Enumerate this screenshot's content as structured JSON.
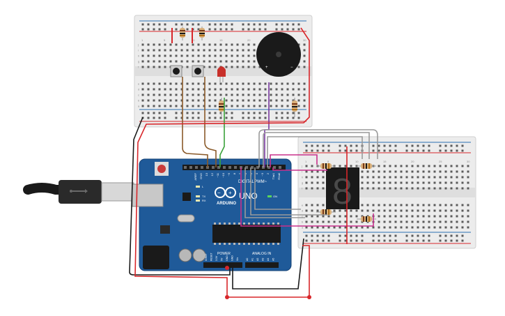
{
  "arduino": {
    "brand": "ARDUINO",
    "model": "UNO",
    "digital_label": "DIGITAL",
    "pwm_label": "PWM~",
    "power_label": "POWER",
    "analog_label": "ANALOG IN",
    "on_label": "ON",
    "tx_label": "TX",
    "rx_label": "RX",
    "l_label": "L",
    "aref_label": "AREF",
    "gnd_label": "GND",
    "top_pins": [
      "13",
      "12",
      "~11",
      "~10",
      "~9",
      "8",
      "7",
      "~6",
      "~5",
      "4",
      "~3",
      "2",
      "TX▸1",
      "RX◂0"
    ],
    "power_pins": [
      "IOREF",
      "RESET",
      "3.3V",
      "5V",
      "GND",
      "GND",
      "Vin"
    ],
    "analog_pins": [
      "A0",
      "A1",
      "A2",
      "A3",
      "A4",
      "A5"
    ]
  },
  "top_breadboard": {
    "columns": [
      "1",
      "5",
      "10",
      "15",
      "20",
      "25",
      "30"
    ],
    "rows_upper": [
      "j",
      "i",
      "h",
      "g",
      "f"
    ],
    "rows_lower": [
      "e",
      "d",
      "c",
      "b",
      "a"
    ]
  },
  "right_breadboard": {
    "columns": [
      "1",
      "5",
      "10",
      "15",
      "20",
      "25",
      "30"
    ],
    "rows_upper": [
      "j",
      "i",
      "h",
      "g",
      "f"
    ],
    "rows_lower": [
      "e",
      "d",
      "c",
      "b",
      "a"
    ]
  },
  "buzzer": {
    "plus": "+",
    "minus": "−"
  },
  "display": {
    "digit": "8"
  },
  "colors": {
    "board_blue": "#1f5a99",
    "breadboard": "#ececec",
    "rail_red": "#d8262a",
    "rail_blue": "#2a6fb2",
    "wire_brown": "#8a5a2a",
    "wire_green": "#3aa23a",
    "wire_purple": "#7a3aa0",
    "wire_magenta": "#c8308c",
    "wire_gray": "#9a9a9a",
    "wire_black": "#1a1a1a",
    "wire_red": "#d8262a"
  }
}
